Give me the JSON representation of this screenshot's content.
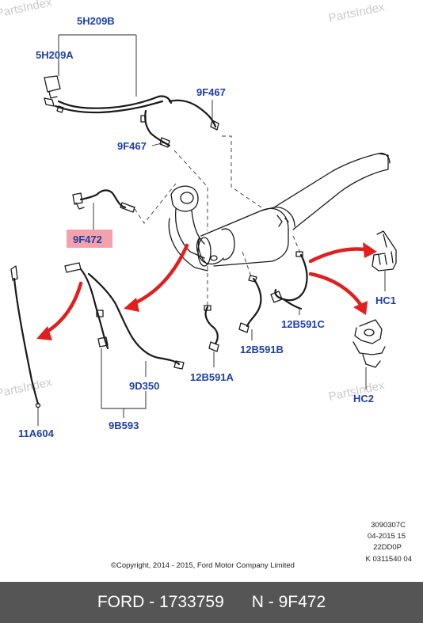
{
  "watermark": "PartsIndex",
  "labels": {
    "l5H209B": "5H209B",
    "l5H209A": "5H209A",
    "l9F467_top": "9F467",
    "l9F467_left": "9F467",
    "l9F472": "9F472",
    "lHC1": "HC1",
    "l12B591C": "12B591C",
    "l12B591B": "12B591B",
    "l12B591A": "12B591A",
    "l9D350": "9D350",
    "l9B593": "9B593",
    "l11A604": "11A604",
    "lHC2": "HC2"
  },
  "meta": {
    "code1": "3090307C",
    "code2": "04-2015 15",
    "code3": "22DD0P",
    "code4": "K 0311540 04",
    "copyright": "©Copyright, 2014 - 2015, Ford Motor Company Limited"
  },
  "footer": {
    "left": "FORD - 1733759",
    "right": "N - 9F472"
  },
  "colors": {
    "label": "#1f3fa6",
    "arrow": "#e02020",
    "highlight": "#f3a2ad",
    "footer_bg": "#555555"
  }
}
